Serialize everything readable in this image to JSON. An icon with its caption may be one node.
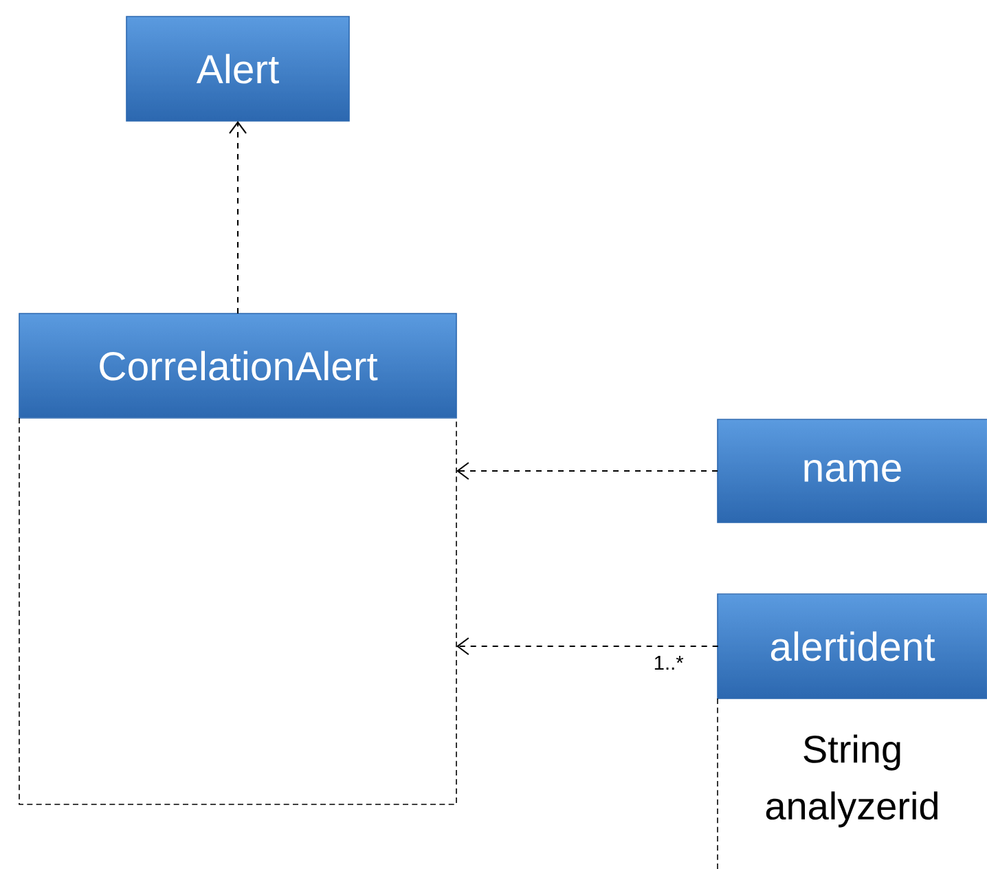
{
  "diagram": {
    "nodes": [
      {
        "text": [
          "Alert"
        ]
      },
      {
        "text": [
          "CorrelationAlert"
        ]
      },
      {
        "text": [
          "name"
        ]
      },
      {
        "text": [
          "alertident",
          "String analyzerid"
        ]
      }
    ],
    "edges": [
      {
        "from": 1,
        "to": 0,
        "arrow": "to",
        "style": "dashed"
      },
      {
        "from": 2,
        "to": 1,
        "arrow": "to",
        "style": "dashed"
      },
      {
        "from": 3,
        "to": 1,
        "arrow": "to",
        "style": "dashed",
        "label": "1..*"
      }
    ]
  }
}
